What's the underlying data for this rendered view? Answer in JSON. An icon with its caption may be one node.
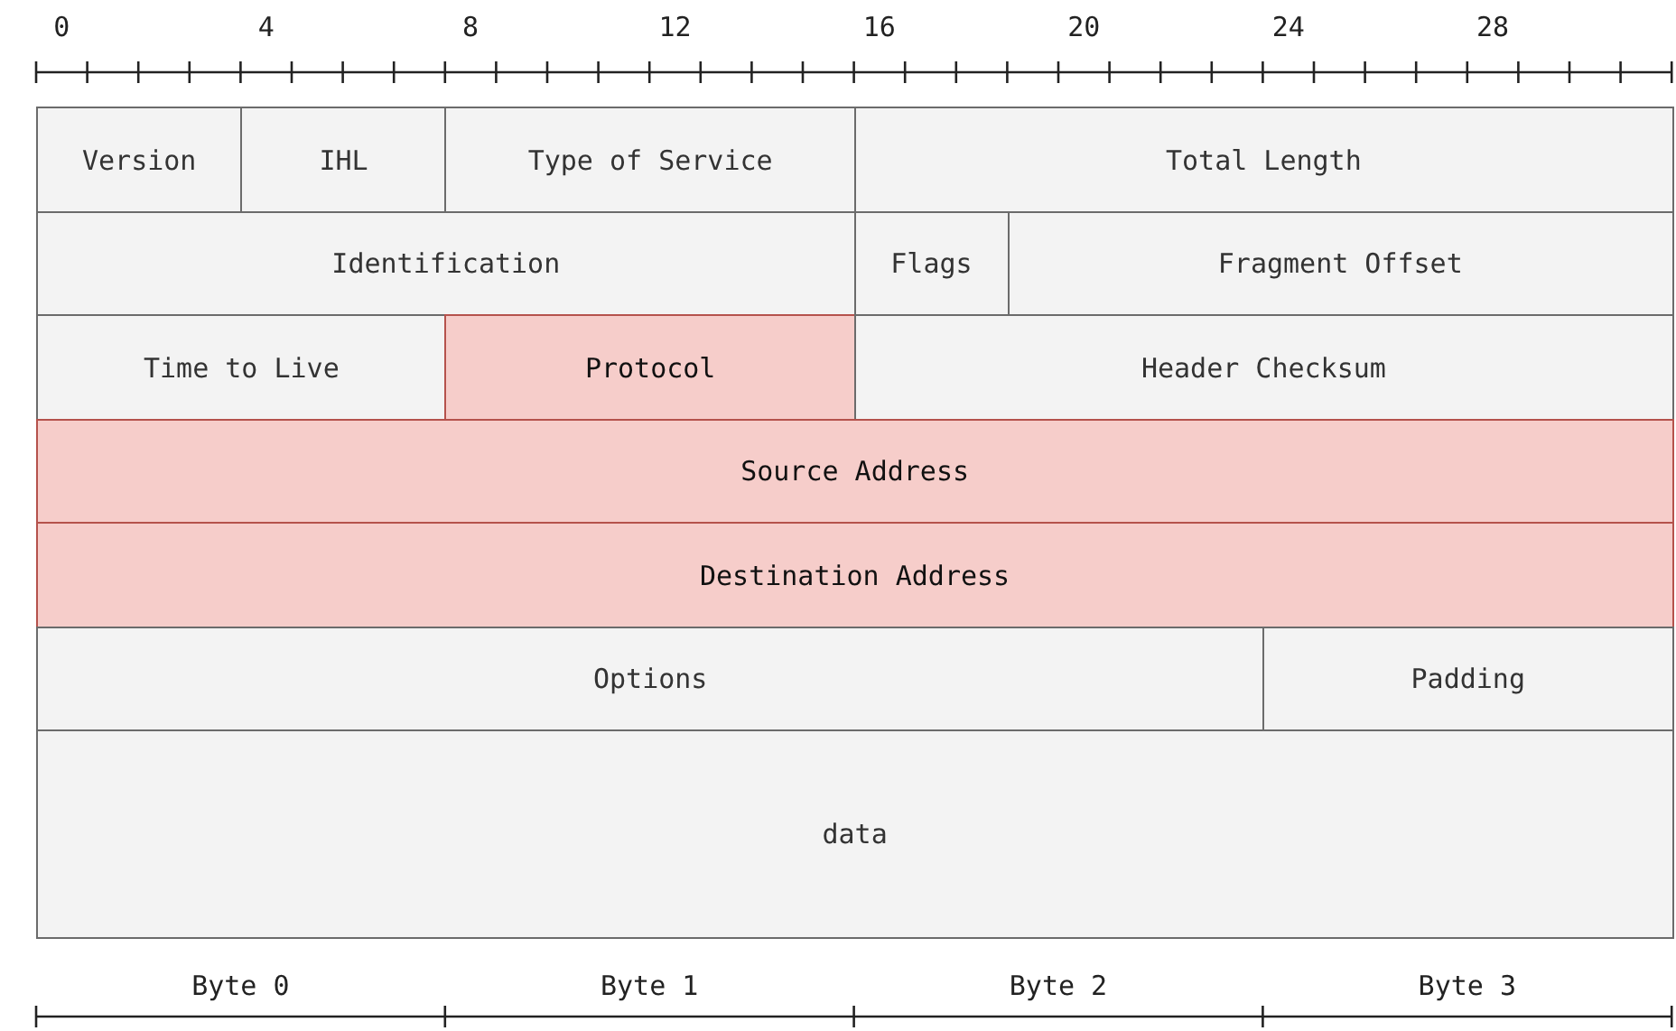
{
  "diagram": {
    "nodes": [
      {
        "text": [
          "Version"
        ]
      },
      {
        "text": [
          "IHL"
        ]
      },
      {
        "text": [
          "Type of Service"
        ]
      },
      {
        "text": [
          "Total Length"
        ]
      },
      {
        "text": [
          "Identification"
        ]
      },
      {
        "text": [
          "Flags"
        ]
      },
      {
        "text": [
          "Fragment Offset"
        ]
      },
      {
        "text": [
          "Time to Live"
        ]
      },
      {
        "text": [
          "Protocol"
        ]
      },
      {
        "text": [
          "Header Checksum"
        ]
      },
      {
        "text": [
          "Source Address"
        ]
      },
      {
        "text": [
          "Destination Address"
        ]
      },
      {
        "text": [
          "Options"
        ]
      },
      {
        "text": [
          "Padding"
        ]
      },
      {
        "text": [
          "data"
        ]
      }
    ],
    "labels": [
      "0",
      "4",
      "8",
      "12",
      "16",
      "20",
      "24",
      "28",
      "Byte 0",
      "Byte 1",
      "Byte 2",
      "Byte 3"
    ]
  }
}
